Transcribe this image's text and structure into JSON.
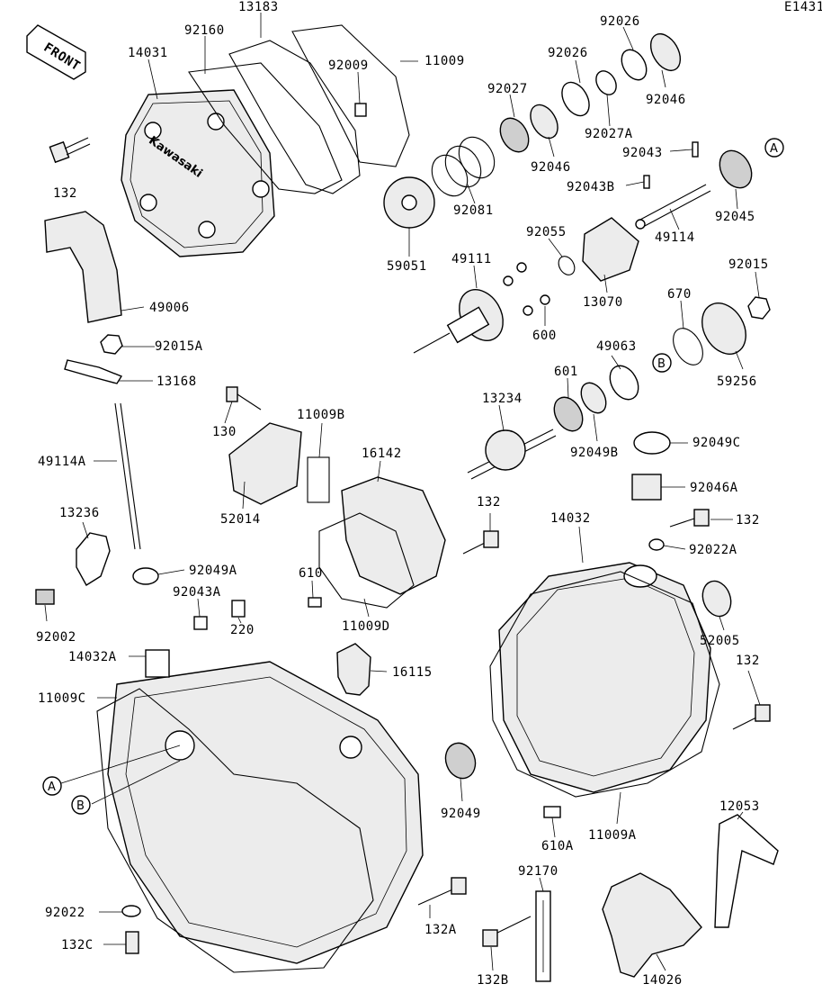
{
  "diagram_code": "E1431",
  "front_badge": "FRONT",
  "brand_mark": "Kawasaki",
  "part_labels": [
    "13183",
    "14031",
    "92160",
    "92009",
    "11009",
    "92026",
    "92026",
    "92027",
    "92046",
    "92027A",
    "92046",
    "92043",
    "92043B",
    "92045",
    "92081",
    "59051",
    "49114",
    "92055",
    "49111",
    "13070",
    "92015",
    "670",
    "49006",
    "600",
    "49063",
    "601",
    "59256",
    "92015A",
    "13168",
    "13234",
    "130",
    "11009B",
    "16142",
    "92049B",
    "92049C",
    "49114A",
    "52014",
    "92046A",
    "132",
    "132",
    "13236",
    "14032",
    "92022A",
    "610",
    "92049A",
    "11009D",
    "92043A",
    "92002",
    "220",
    "14032A",
    "16115",
    "52005",
    "132",
    "11009C",
    "92049",
    "610A",
    "11009A",
    "12053",
    "92170",
    "92022",
    "132A",
    "132C",
    "132B",
    "14026",
    "132"
  ],
  "callouts": {
    "a": "A",
    "b": "B"
  }
}
